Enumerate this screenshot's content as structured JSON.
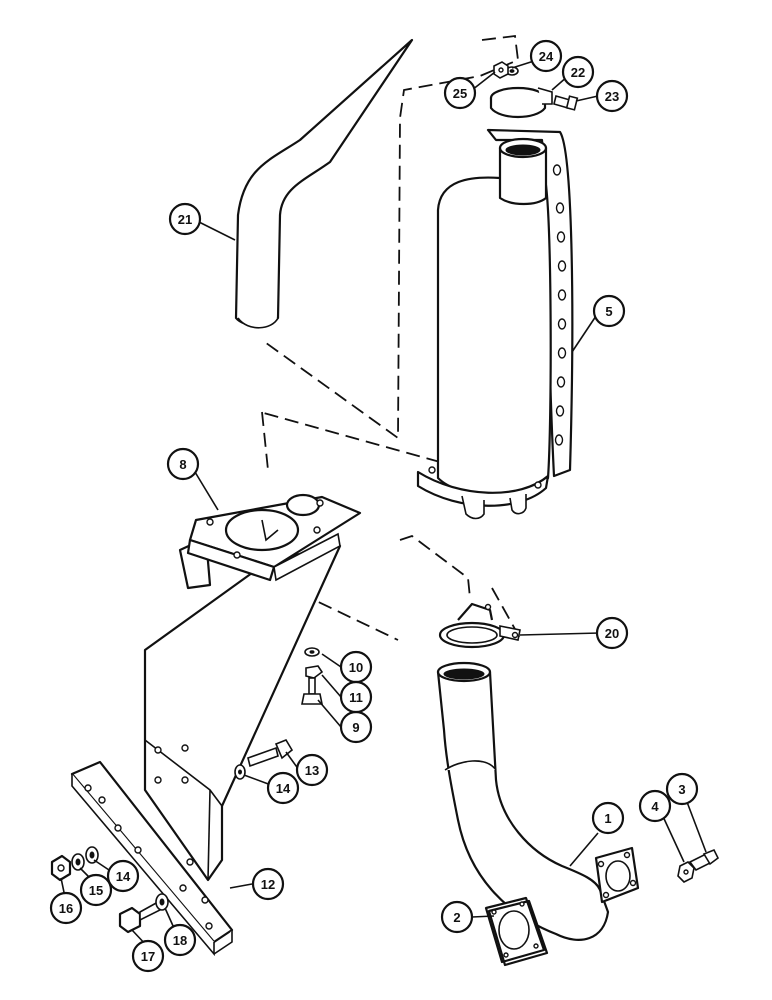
{
  "callouts": [
    {
      "id": "c1",
      "label": "1"
    },
    {
      "id": "c2",
      "label": "2"
    },
    {
      "id": "c3",
      "label": "3"
    },
    {
      "id": "c4",
      "label": "4"
    },
    {
      "id": "c5",
      "label": "5"
    },
    {
      "id": "c8",
      "label": "8"
    },
    {
      "id": "c9",
      "label": "9"
    },
    {
      "id": "c10",
      "label": "10"
    },
    {
      "id": "c11",
      "label": "11"
    },
    {
      "id": "c12",
      "label": "12"
    },
    {
      "id": "c13",
      "label": "13"
    },
    {
      "id": "c14a",
      "label": "14"
    },
    {
      "id": "c14b",
      "label": "14"
    },
    {
      "id": "c15",
      "label": "15"
    },
    {
      "id": "c16",
      "label": "16"
    },
    {
      "id": "c17",
      "label": "17"
    },
    {
      "id": "c18",
      "label": "18"
    },
    {
      "id": "c20",
      "label": "20"
    },
    {
      "id": "c21",
      "label": "21"
    },
    {
      "id": "c22",
      "label": "22"
    },
    {
      "id": "c23",
      "label": "23"
    },
    {
      "id": "c24",
      "label": "24"
    },
    {
      "id": "c25",
      "label": "25"
    }
  ]
}
